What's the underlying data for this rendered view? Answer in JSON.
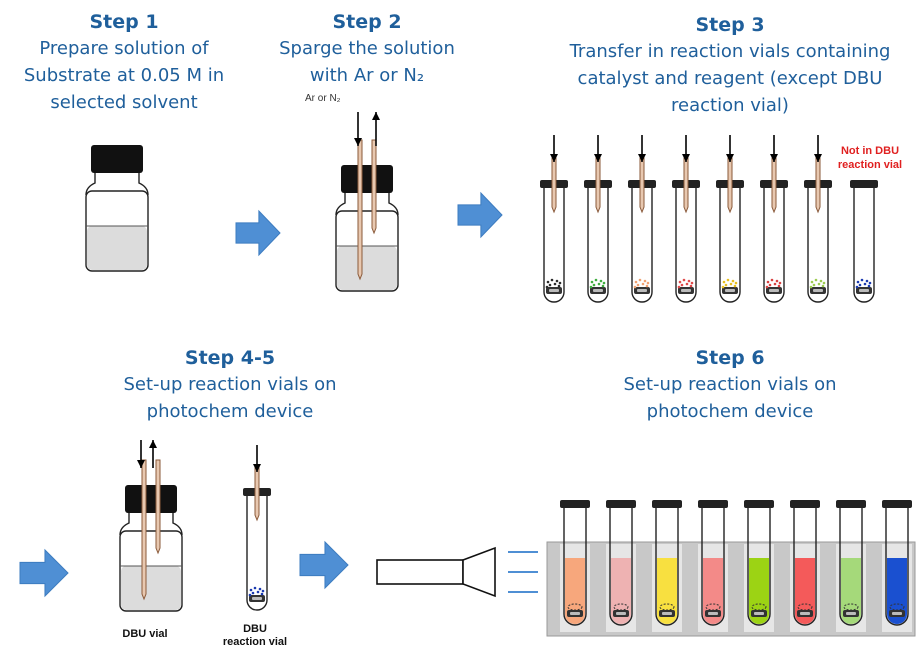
{
  "steps": [
    {
      "title": "Step 1",
      "lines": [
        "Prepare solution of",
        "Substrate at 0.05 M in",
        "selected solvent"
      ]
    },
    {
      "title": "Step 2",
      "lines": [
        "Sparge the solution",
        "with Ar or N₂"
      ]
    },
    {
      "title": "Step 3",
      "lines": [
        "Transfer in reaction vials containing",
        "catalyst and reagent (except DBU",
        "reaction vial)"
      ]
    },
    {
      "title": "Step 4-5",
      "lines": [
        "Set-up reaction vials on",
        "photochem device"
      ]
    },
    {
      "title": "Step 6",
      "lines": [
        "Set-up reaction vials on",
        "photochem device"
      ]
    }
  ],
  "labels": {
    "gas": "Ar or N₂",
    "not_in_dbu": [
      "Not in DBU",
      "reaction vial"
    ],
    "dbu_vial": "DBU vial",
    "dbu_reaction_vial": [
      "DBU",
      "reaction vial"
    ]
  },
  "colors": {
    "accent_text": "#1f5f9b",
    "arrow_fill": "#4f8fd4",
    "warning_text": "#e02020",
    "step3_catalysts": [
      "#2a2a2a",
      "#3fae3f",
      "#f0a070",
      "#e04a4a",
      "#e8c020",
      "#d84040",
      "#9ccc50",
      "#1a3ab0"
    ],
    "step6_solutions": [
      "#f7a77c",
      "#eeb2b2",
      "#f8e040",
      "#f38a88",
      "#9cd314",
      "#f45a5a",
      "#a5d97a",
      "#1a50d0"
    ]
  }
}
